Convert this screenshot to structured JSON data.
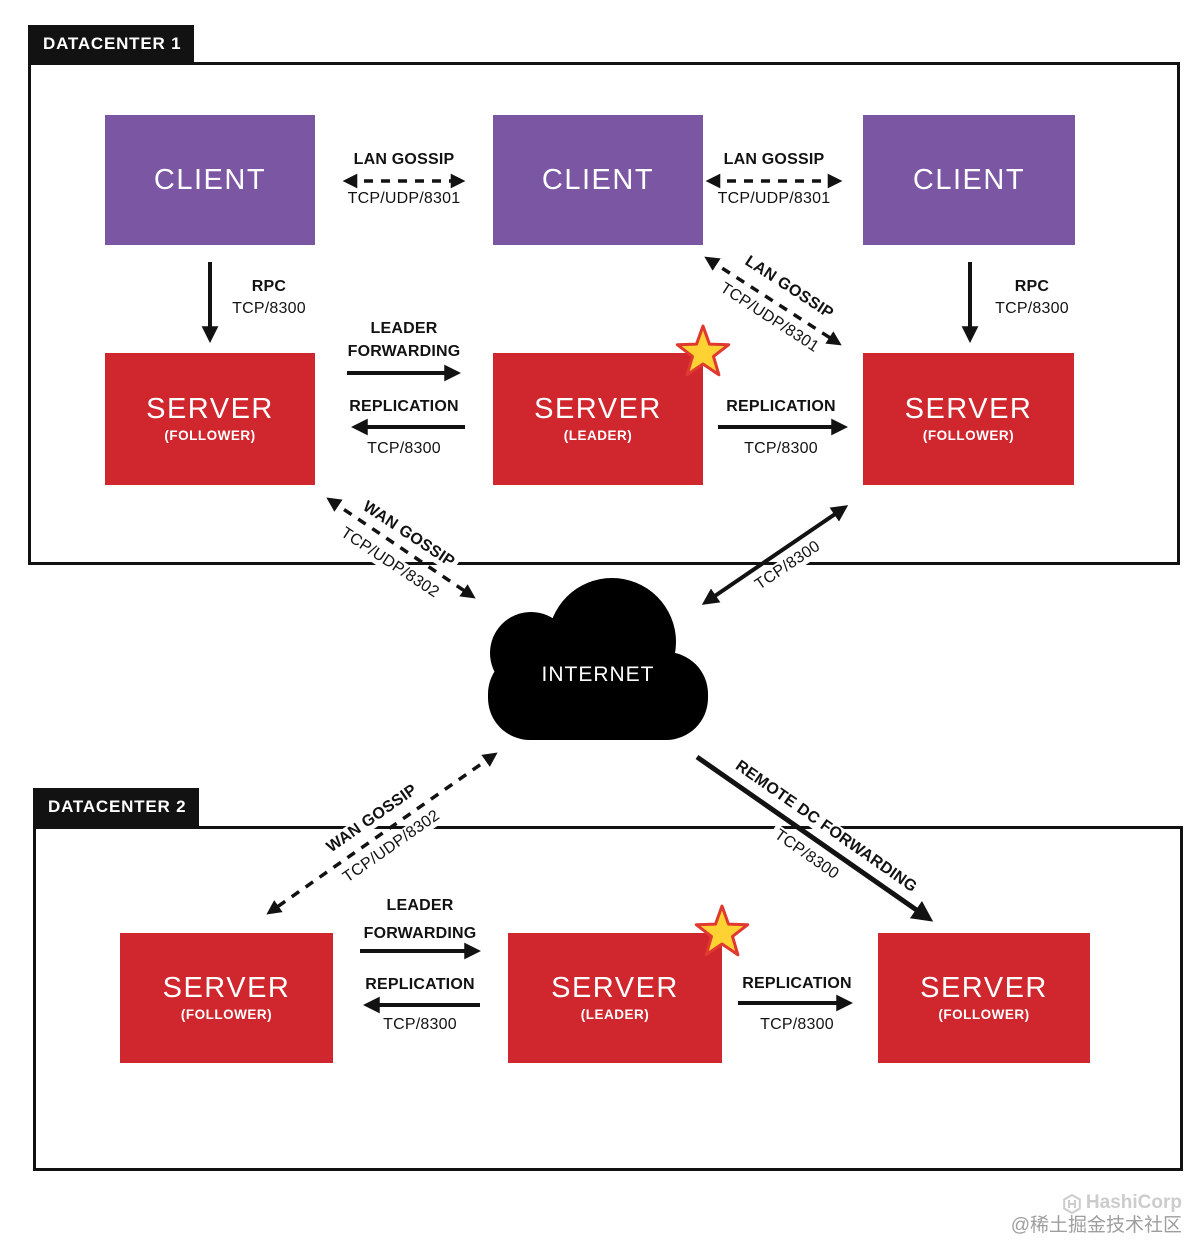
{
  "colors": {
    "client_purple": "#7A56A3",
    "server_red": "#D0262E",
    "line_black": "#121212",
    "star_fill": "#FFD233",
    "star_stroke": "#E0392F",
    "watermark_light": "#CCCCCC",
    "watermark_gray": "#9E9E9E"
  },
  "datacenter1": {
    "label": "DATACENTER 1",
    "clients": [
      {
        "title": "CLIENT"
      },
      {
        "title": "CLIENT"
      },
      {
        "title": "CLIENT"
      }
    ],
    "servers": [
      {
        "title": "SERVER",
        "subtitle": "(FOLLOWER)"
      },
      {
        "title": "SERVER",
        "subtitle": "(LEADER)"
      },
      {
        "title": "SERVER",
        "subtitle": "(FOLLOWER)"
      }
    ]
  },
  "datacenter2": {
    "label": "DATACENTER 2",
    "servers": [
      {
        "title": "SERVER",
        "subtitle": "(FOLLOWER)"
      },
      {
        "title": "SERVER",
        "subtitle": "(LEADER)"
      },
      {
        "title": "SERVER",
        "subtitle": "(FOLLOWER)"
      }
    ]
  },
  "internet": {
    "label": "INTERNET"
  },
  "connections": {
    "lan_gossip_1": {
      "label": "LAN GOSSIP",
      "port": "TCP/UDP/8301"
    },
    "lan_gossip_2": {
      "label": "LAN GOSSIP",
      "port": "TCP/UDP/8301"
    },
    "lan_gossip_diag": {
      "label": "LAN GOSSIP",
      "port": "TCP/UDP/8301"
    },
    "rpc_left": {
      "label": "RPC",
      "port": "TCP/8300"
    },
    "rpc_right": {
      "label": "RPC",
      "port": "TCP/8300"
    },
    "leader_forwarding_dc1": {
      "line1": "LEADER",
      "line2": "FORWARDING"
    },
    "replication_dc1_left": {
      "label": "REPLICATION",
      "port": "TCP/8300"
    },
    "replication_dc1_right": {
      "label": "REPLICATION",
      "port": "TCP/8300"
    },
    "wan_gossip_dc1": {
      "label": "WAN GOSSIP",
      "port": "TCP/UDP/8302"
    },
    "tcp_8300_cloud": {
      "port": "TCP/8300"
    },
    "wan_gossip_dc2": {
      "label": "WAN GOSSIP",
      "port": "TCP/UDP/8302"
    },
    "remote_dc_forwarding": {
      "label": "REMOTE DC FORWARDING",
      "port": "TCP/8300"
    },
    "leader_forwarding_dc2": {
      "line1": "LEADER",
      "line2": "FORWARDING"
    },
    "replication_dc2_left": {
      "label": "REPLICATION",
      "port": "TCP/8300"
    },
    "replication_dc2_right": {
      "label": "REPLICATION",
      "port": "TCP/8300"
    }
  },
  "watermark": {
    "brand": "HashiCorp",
    "community": "@稀土掘金技术社区"
  }
}
